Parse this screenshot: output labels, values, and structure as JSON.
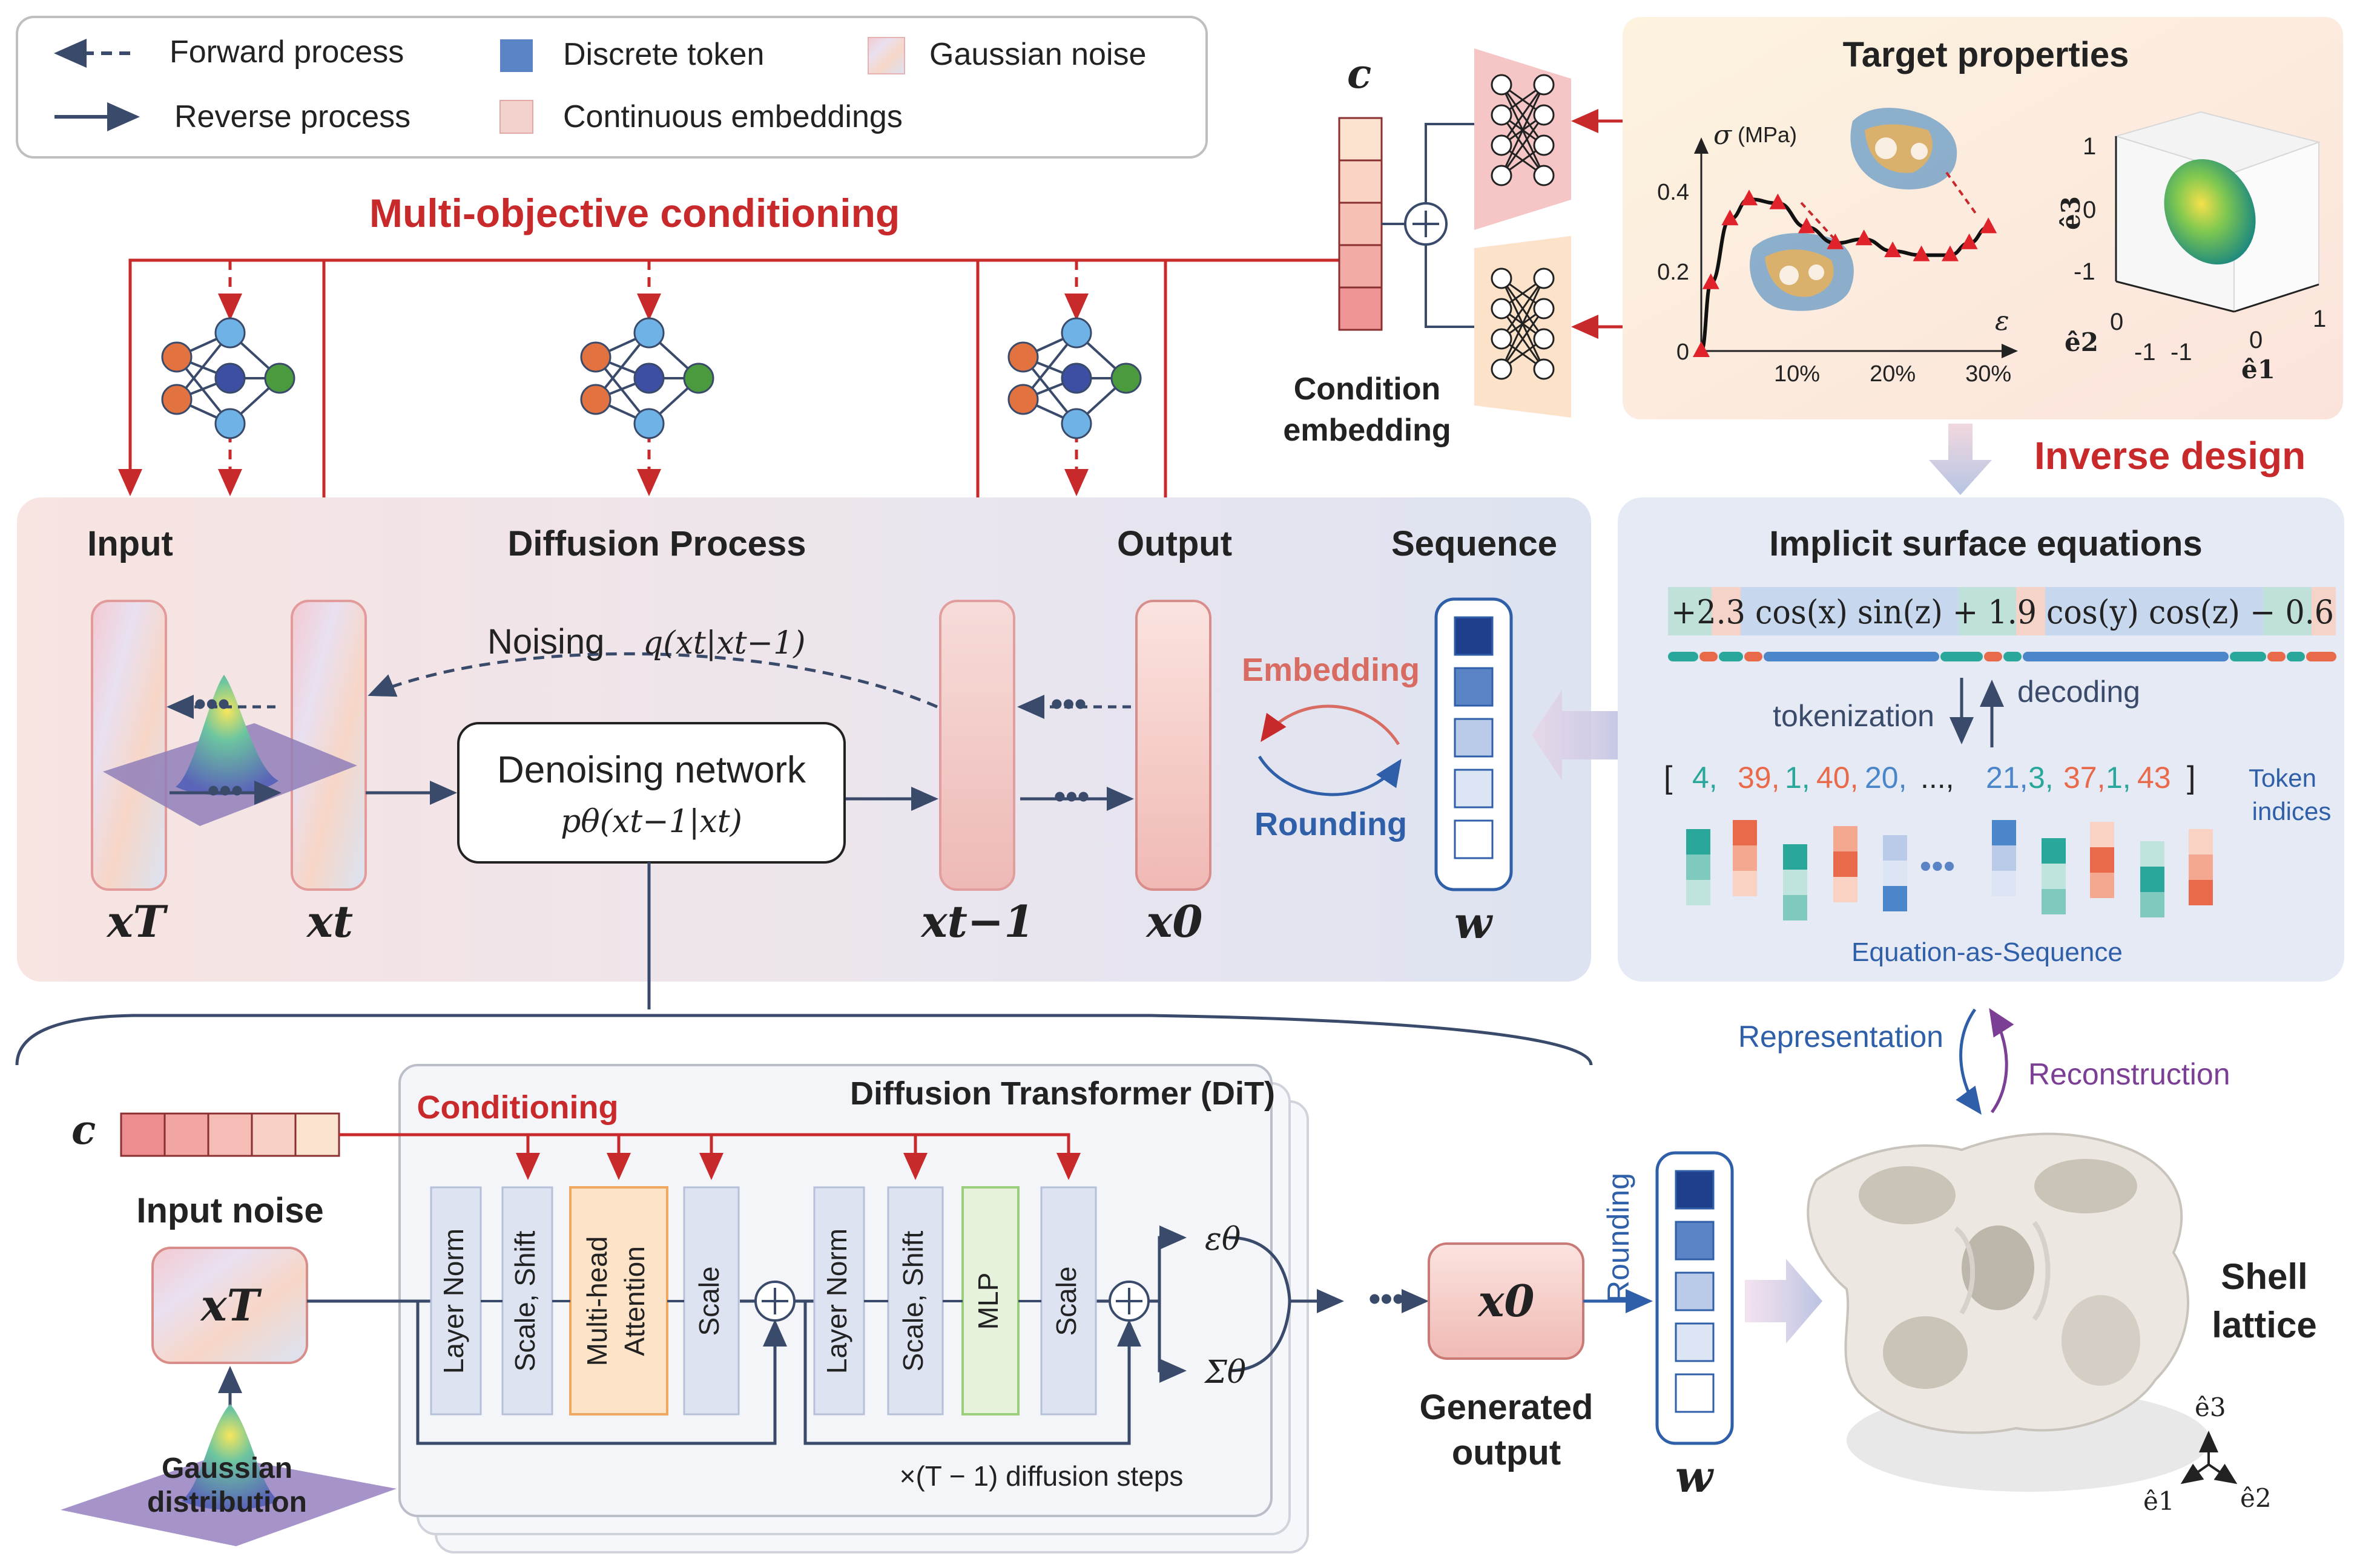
{
  "legend": {
    "forward": "Forward process",
    "reverse": "Reverse process",
    "discrete": "Discrete token",
    "continuous": "Continuous embeddings",
    "gaussian": "Gaussian noise"
  },
  "conditioning": {
    "title": "Multi-objective conditioning",
    "c_label": "c",
    "embedding_label_1": "Condition",
    "embedding_label_2": "embedding"
  },
  "target": {
    "title": "Target properties",
    "sigma_label": "σ",
    "sigma_unit": "(MPa)",
    "epsilon_label": "ε",
    "y_ticks": [
      "0.4",
      "0.2",
      "0"
    ],
    "x_ticks": [
      "10%",
      "20%",
      "30%"
    ],
    "axis3d": {
      "e3": "ê3",
      "e2": "ê2",
      "e1": "ê1",
      "ticks_e3": [
        "1",
        "0",
        "-1"
      ],
      "ticks_e2": [
        "0",
        "-1"
      ],
      "ticks_e1": [
        "-1",
        "0",
        "1"
      ]
    },
    "inverse_design": "Inverse design"
  },
  "chart_data": {
    "type": "line",
    "xlabel": "ε",
    "ylabel": "σ (MPa)",
    "x": [
      0.0,
      0.01,
      0.03,
      0.05,
      0.08,
      0.11,
      0.14,
      0.17,
      0.2,
      0.23,
      0.26,
      0.28,
      0.3
    ],
    "y": [
      0.0,
      0.17,
      0.33,
      0.38,
      0.37,
      0.31,
      0.27,
      0.28,
      0.25,
      0.24,
      0.24,
      0.27,
      0.31
    ],
    "ylim": [
      0,
      0.5
    ],
    "xlim": [
      0,
      0.31
    ]
  },
  "diffusion": {
    "input": "Input",
    "title": "Diffusion Process",
    "output": "Output",
    "sequence": "Sequence",
    "noising": "Noising",
    "noising_eq": "q(xt|xt−1)",
    "denoise_1": "Denoising network",
    "denoise_2": "pθ(xt−1|xt)",
    "xT": "xT",
    "xt": "xt",
    "xt1": "xt−1",
    "x0": "x0",
    "w": "w",
    "embedding": "Embedding",
    "rounding": "Rounding"
  },
  "implicit": {
    "title": "Implicit surface equations",
    "equation": "+2.3 cos(x) sin(z) + 1.9 cos(y) cos(z) − 0.6",
    "tokenization": "tokenization",
    "decoding": "decoding",
    "tokens": [
      "4",
      "39",
      "1",
      "40",
      "20",
      "...",
      "21",
      "3",
      "37",
      "1",
      "43"
    ],
    "token_indices_1": "Token",
    "token_indices_2": "indices",
    "eq_as_seq": "Equation-as-Sequence",
    "representation": "Representation",
    "reconstruction": "Reconstruction"
  },
  "dit": {
    "title": "Diffusion Transformer (DiT)",
    "conditioning": "Conditioning",
    "c_label": "c",
    "input_noise": "Input noise",
    "xT": "xT",
    "gaussian_1": "Gaussian",
    "gaussian_2": "distribution",
    "blocks": [
      "Layer Norm",
      "Scale, Shift",
      "Multi-head Attention",
      "Scale",
      "Layer Norm",
      "Scale, Shift",
      "MLP",
      "Scale"
    ],
    "eps": "εθ",
    "sigma": "Σθ",
    "steps": "×(T − 1)  diffusion steps",
    "x0": "x0",
    "generated_1": "Generated",
    "generated_2": "output",
    "rounding": "Rounding",
    "w": "w",
    "shell_1": "Shell",
    "shell_2": "lattice",
    "axes": [
      "ê3",
      "ê1",
      "ê2"
    ]
  },
  "colors": {
    "red": "#c8292b",
    "navy": "#2e4374",
    "blue": "#2f5fa8",
    "pink_fill": "#f5d7d3",
    "blue_panel": "#e2e7f3",
    "token_dark": "#1f3f8c"
  }
}
